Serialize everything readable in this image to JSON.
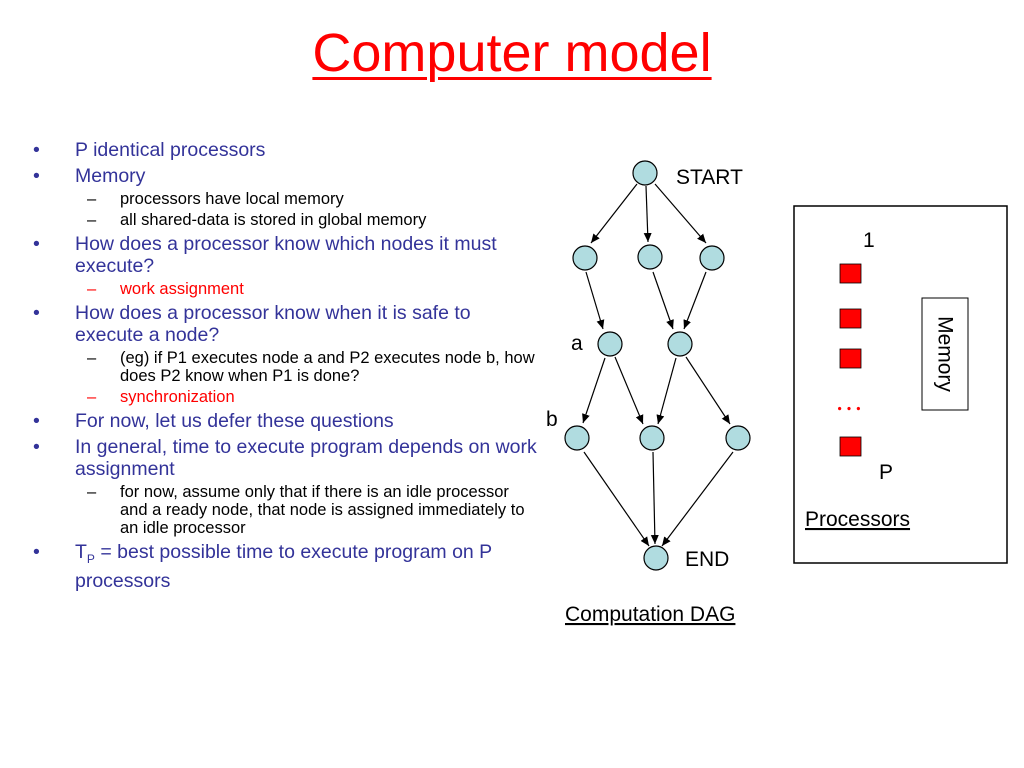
{
  "title": "Computer model",
  "bullets": [
    {
      "text": "P identical processors"
    },
    {
      "text": "Memory",
      "children": [
        {
          "text": "processors have local memory"
        },
        {
          "text": "all shared-data is stored in global memory"
        }
      ]
    },
    {
      "text": "How does a processor know which nodes it must execute?",
      "children": [
        {
          "text": "work assignment",
          "color": "#ff0000"
        }
      ]
    },
    {
      "text": "How does a processor know when it is safe to execute a node?",
      "children": [
        {
          "text": "(eg) if P1 executes node a and P2 executes node b, how does P2 know when P1 is done?"
        },
        {
          "text": "synchronization",
          "color": "#ff0000"
        }
      ]
    },
    {
      "text": "For now, let us defer these questions"
    },
    {
      "text": "In general, time to execute program depends on work assignment",
      "children": [
        {
          "text": "for now, assume only that if there is an idle processor and a ready node, that node is assigned immediately to an idle processor"
        }
      ]
    },
    {
      "text_prefix": "T",
      "text_sub": "P",
      "text_suffix": " = best possible time to execute program on P processors"
    }
  ],
  "dag": {
    "start_label": "START",
    "end_label": "END",
    "node_a_label": "a",
    "node_b_label": "b",
    "caption": "Computation DAG",
    "node_fill": "#b0dce0"
  },
  "machine": {
    "processor_top_label": "1",
    "processor_bottom_label": "P",
    "ellipsis": "…",
    "memory_label": "Memory",
    "processors_caption": "Processors",
    "processor_color": "#ff0000"
  },
  "colors": {
    "title": "#ff0000",
    "bullet_text": "#333399",
    "subbullet_text": "#000000",
    "highlight": "#ff0000"
  }
}
